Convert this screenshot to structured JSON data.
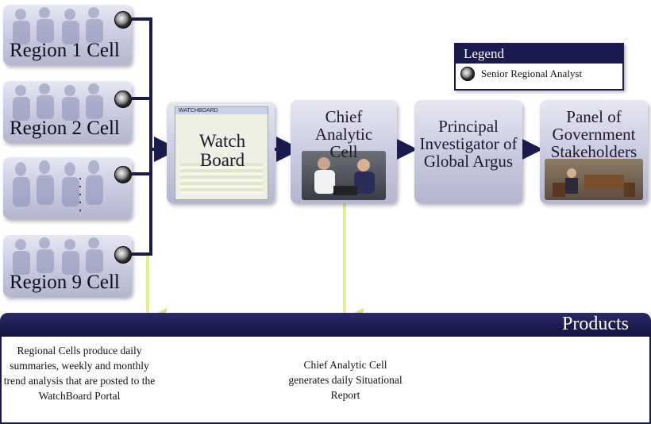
{
  "regions": [
    {
      "label": "Region 1 Cell"
    },
    {
      "label": "Region 2 Cell"
    },
    {
      "label": ""
    },
    {
      "label": "Region 9 Cell"
    }
  ],
  "watchboard": {
    "label": "Watch Board",
    "header": "WATCHBOARD"
  },
  "chief": {
    "label": "Chief Analytic Cell"
  },
  "principal": {
    "label": "Principal Investigator of Global Argus"
  },
  "panel": {
    "label": "Panel of Government Stakeholders"
  },
  "legend": {
    "title": "Legend",
    "item": "Senior Regional Analyst",
    "icon": "analyst-knob-icon"
  },
  "products": {
    "title": "Products",
    "regional_text": "Regional Cells produce daily summaries, weekly and monthly trend analysis that are posted to the WatchBoard Portal",
    "chief_text": "Chief Analytic Cell generates daily Situational Report"
  },
  "colors": {
    "navy": "#1b1a4e",
    "arrow_yellow": "#e6f08a",
    "card": "#c7c9de"
  }
}
